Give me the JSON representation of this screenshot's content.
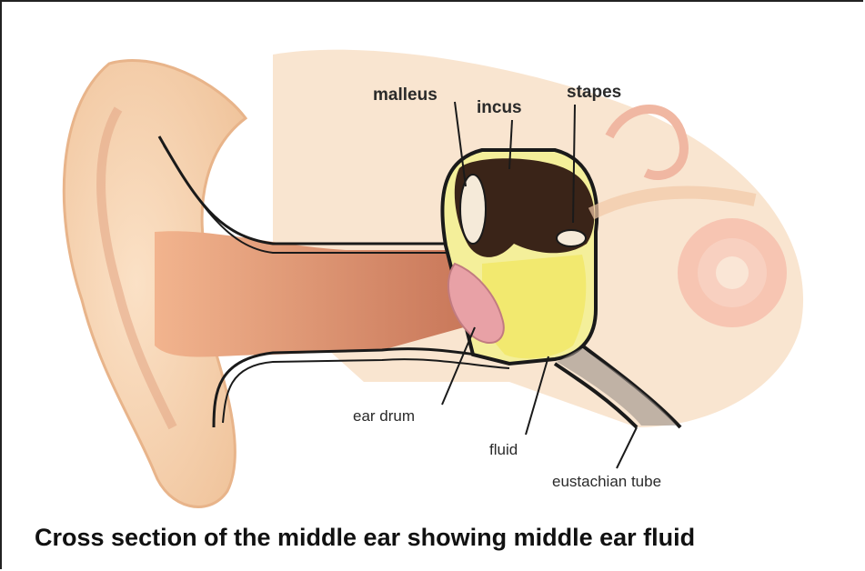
{
  "labels": {
    "malleus": "malleus",
    "incus": "incus",
    "stapes": "stapes",
    "ear_drum": "ear drum",
    "fluid": "fluid",
    "eustachian_tube": "eustachian tube"
  },
  "caption": "Cross section of the middle ear showing middle ear fluid",
  "colors": {
    "skin": "#f3c9a2",
    "canal": "#d98c6a",
    "eardrum": "#e8a1a6",
    "fluid": "#f2e86a",
    "bone": "#3a2418",
    "outline": "#1a1a1a"
  }
}
